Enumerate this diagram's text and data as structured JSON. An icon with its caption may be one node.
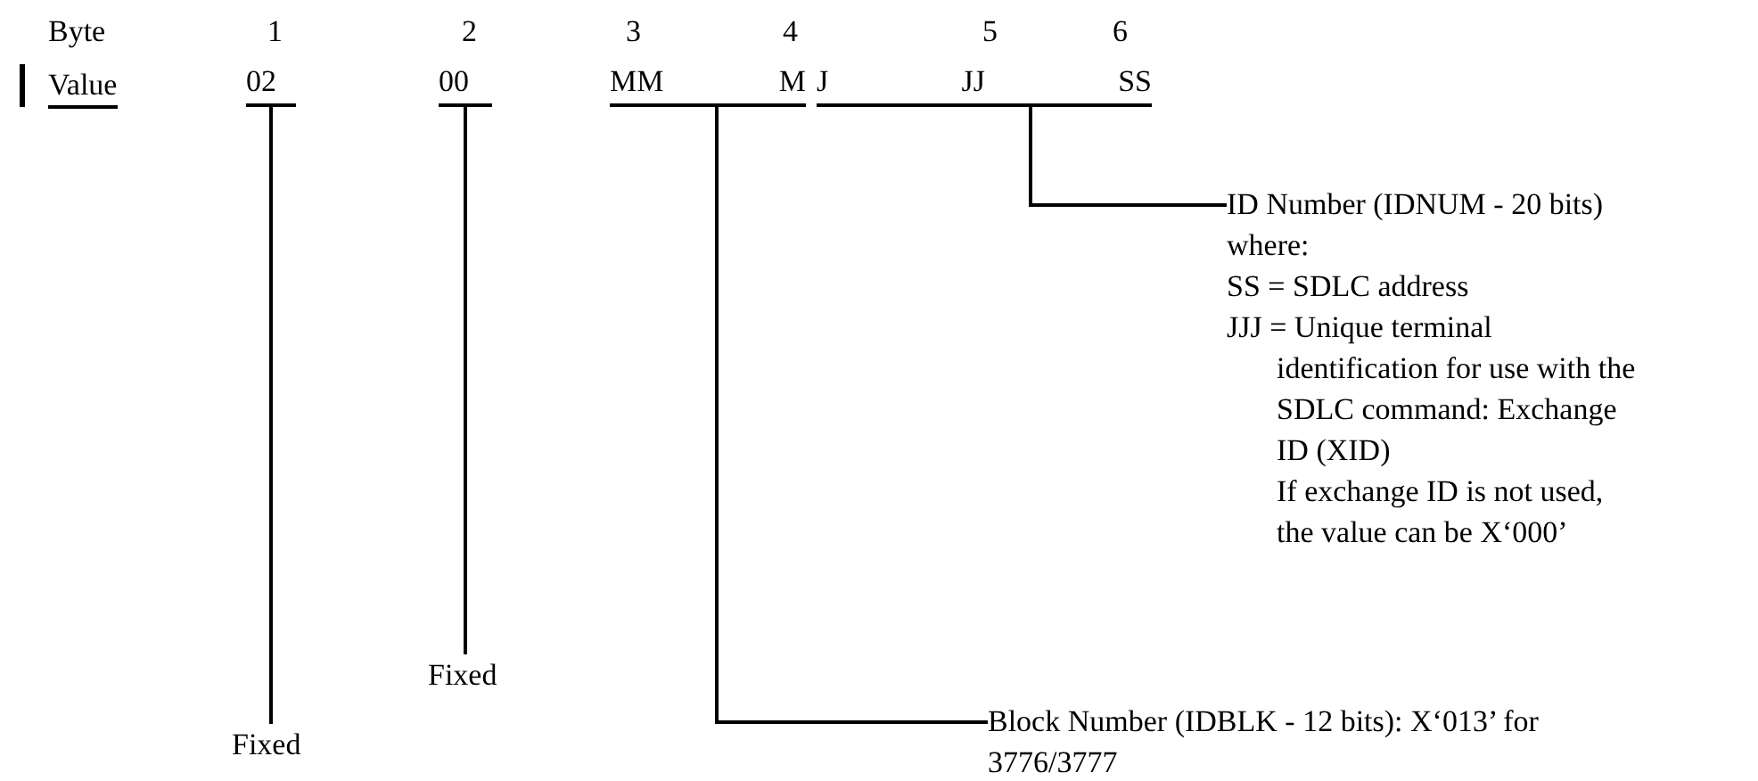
{
  "diagram": {
    "nodes": [
      {
        "text": [
          "02"
        ]
      },
      {
        "text": [
          "Fixed"
        ]
      },
      {
        "text": [
          "00"
        ]
      },
      {
        "text": [
          "Fixed"
        ]
      },
      {
        "text": [
          "MM",
          "M"
        ]
      },
      {
        "text": [
          "Block Number (IDBLK - 12 bits): X‘013’ for 3776/3777"
        ]
      },
      {
        "text": [
          "J",
          "JJ",
          "SS"
        ]
      },
      {
        "text": [
          "ID Number (IDNUM - 20 bits) where:",
          "SS = SDLC address",
          "JJJ = Unique terminal identification for use with the SDLC command: Exchange ID (XID)",
          "If exchange ID is not used, the value can be X‘000’"
        ]
      }
    ],
    "edges": [
      {
        "from": 0,
        "to": 1,
        "arrow": "none"
      },
      {
        "from": 2,
        "to": 3,
        "arrow": "none"
      },
      {
        "from": 4,
        "to": 5,
        "arrow": "none"
      },
      {
        "from": 6,
        "to": 7,
        "arrow": "none"
      }
    ],
    "labels": [
      "Byte",
      "1",
      "2",
      "3",
      "4",
      "5",
      "6",
      "Value"
    ]
  }
}
